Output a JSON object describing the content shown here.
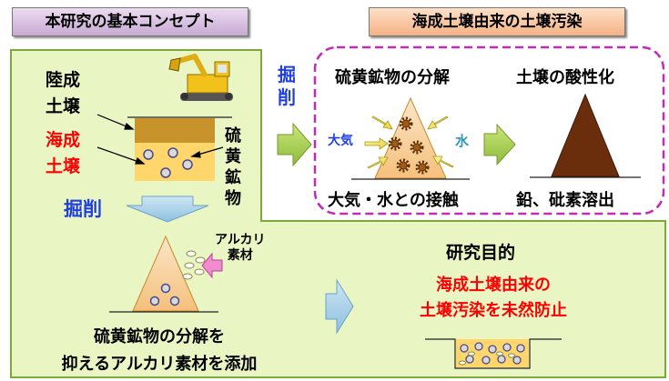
{
  "titles": {
    "concept": "本研究の基本コンセプト",
    "pollution": "海成土壌由来の土壌汚染"
  },
  "left": {
    "land_soil": [
      "陸成",
      "土壌"
    ],
    "marine_soil": [
      "海成",
      "土壌"
    ],
    "sulfide_vertical": [
      "硫",
      "黄",
      "鉱",
      "物"
    ],
    "excavation": "掘削"
  },
  "right": {
    "excavation_vertical": [
      "掘",
      "削"
    ],
    "decomposition": "硫黄鉱物の分解",
    "acidification": "土壌の酸性化",
    "air": "大気",
    "water": "水",
    "contact": "大気・水との接触",
    "leaching": "鉛、砒素溶出"
  },
  "bottom": {
    "alkali": [
      "アルカリ",
      "素材"
    ],
    "caption": [
      "硫黄鉱物の分解を",
      "抑えるアルカリ素材を添加"
    ],
    "purpose_title": "研究目的",
    "purpose": [
      "海成土壌由来の",
      "土壌汚染を未然防止"
    ]
  },
  "colors": {
    "panel_green": "#eaf5c4",
    "marine_red": "#ff0000",
    "blue_text": "#1f3fe0",
    "water_teal": "#2e9bb0",
    "dashed_border": "#c42bb4"
  }
}
